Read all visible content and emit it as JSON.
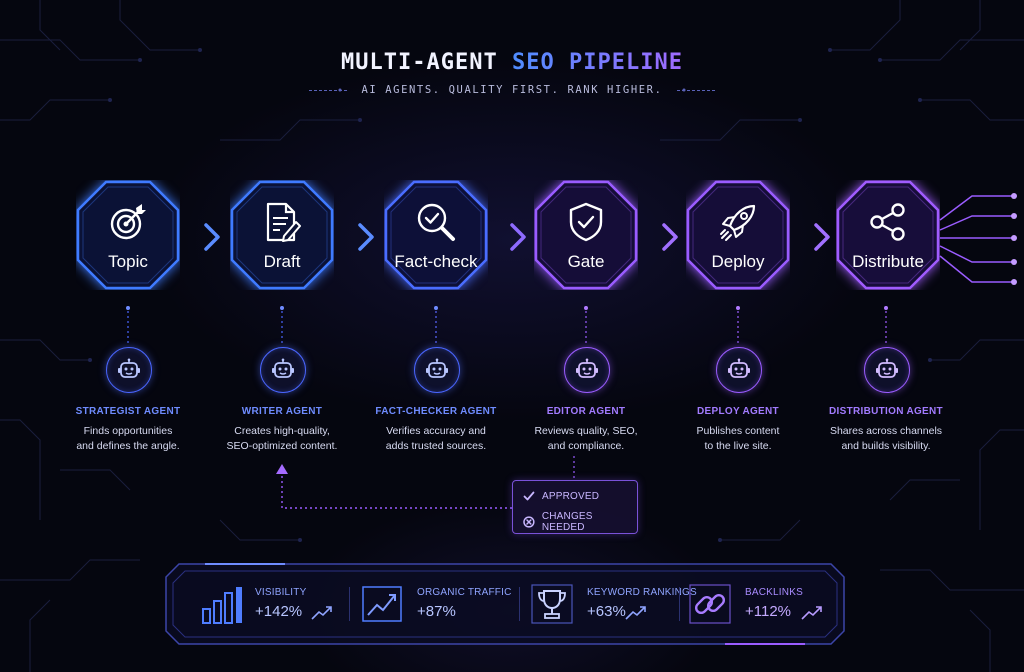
{
  "title": {
    "prefix": "MULTI-AGENT ",
    "accent": "SEO PIPELINE"
  },
  "subtitle": "AI AGENTS. QUALITY FIRST. RANK HIGHER.",
  "stages": [
    {
      "label": "Topic",
      "icon": "target-icon",
      "color": "#3f7bff"
    },
    {
      "label": "Draft",
      "icon": "document-pen-icon",
      "color": "#3f7bff"
    },
    {
      "label": "Fact-check",
      "icon": "magnifier-check-icon",
      "color": "#4a6dff"
    },
    {
      "label": "Gate",
      "icon": "shield-check-icon",
      "color": "#9a5cff"
    },
    {
      "label": "Deploy",
      "icon": "rocket-icon",
      "color": "#9a5cff"
    },
    {
      "label": "Distribute",
      "icon": "share-icon",
      "color": "#a05cff"
    }
  ],
  "agents": [
    {
      "name": "STRATEGIST AGENT",
      "desc_line1": "Finds opportunities",
      "desc_line2": "and defines the angle."
    },
    {
      "name": "WRITER AGENT",
      "desc_line1": "Creates high-quality,",
      "desc_line2": "SEO-optimized content."
    },
    {
      "name": "FACT-CHECKER AGENT",
      "desc_line1": "Verifies accuracy and",
      "desc_line2": "adds trusted sources."
    },
    {
      "name": "EDITOR AGENT",
      "desc_line1": "Reviews quality, SEO,",
      "desc_line2": "and compliance."
    },
    {
      "name": "DEPLOY AGENT",
      "desc_line1": "Publishes content",
      "desc_line2": "to the live site."
    },
    {
      "name": "DISTRIBUTION AGENT",
      "desc_line1": "Shares across channels",
      "desc_line2": "and builds visibility."
    }
  ],
  "gate_decision": {
    "approved": "APPROVED",
    "changes_needed": "CHANGES NEEDED"
  },
  "metrics": [
    {
      "label": "VISIBILITY",
      "value": "+142%",
      "icon": "bar-chart-icon"
    },
    {
      "label": "ORGANIC TRAFFIC",
      "value": "+87%",
      "icon": "line-chart-icon"
    },
    {
      "label": "KEYWORD RANKINGS",
      "value": "+63%",
      "icon": "trophy-icon"
    },
    {
      "label": "BACKLINKS",
      "value": "+112%",
      "icon": "chain-link-icon"
    }
  ],
  "colors": {
    "blue": "#3f7bff",
    "purple": "#9a5cff",
    "background": "#05060f"
  }
}
